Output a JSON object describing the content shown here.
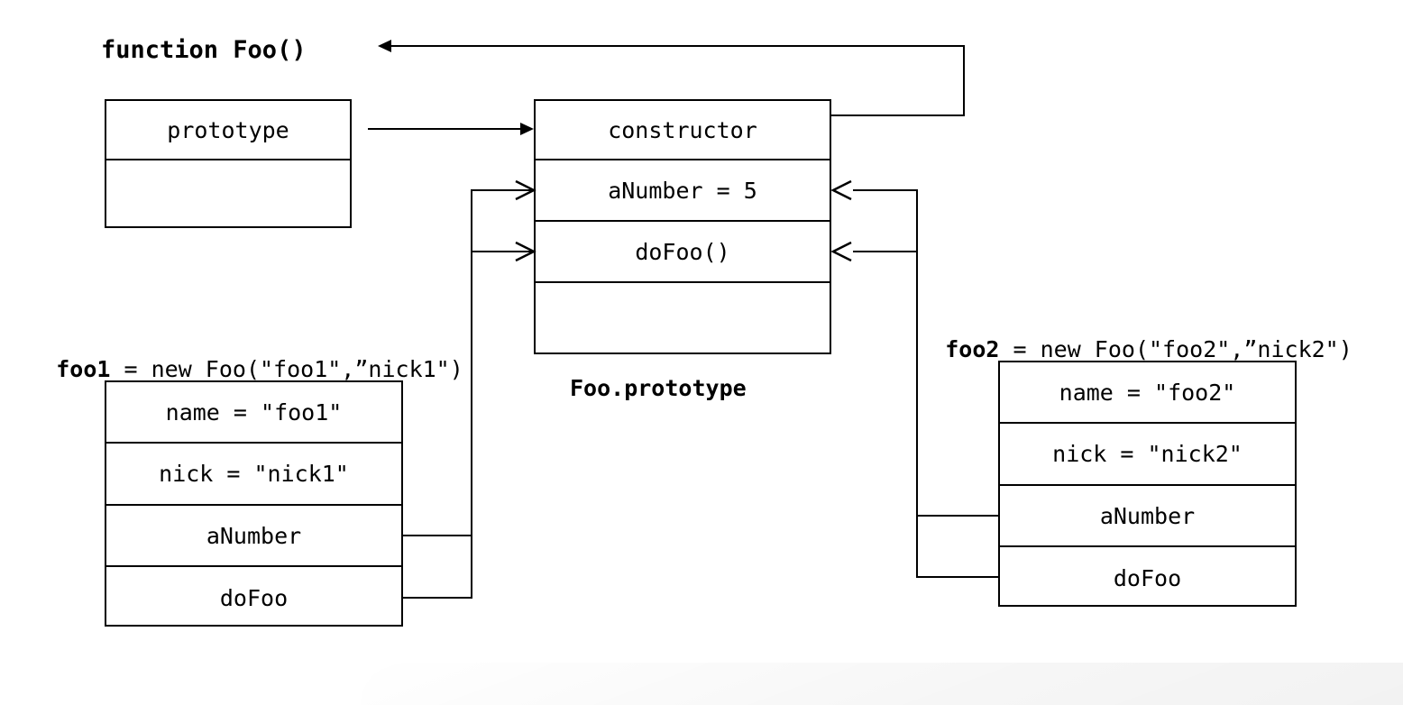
{
  "diagram": {
    "title_label": "function Foo()",
    "prototype_caption": "Foo.prototype",
    "colors": {
      "stroke": "#000000",
      "background": "#ffffff"
    }
  },
  "foo_function_box": {
    "name": "foo-function-box",
    "rows": [
      {
        "text": "prototype"
      },
      {
        "text": ""
      }
    ]
  },
  "foo_prototype_box": {
    "name": "foo-prototype-box",
    "caption": "Foo.prototype",
    "rows": [
      {
        "text": "constructor"
      },
      {
        "text": "aNumber = 5"
      },
      {
        "text": "doFoo()"
      },
      {
        "text": ""
      }
    ]
  },
  "foo1": {
    "assignment_var": "foo1",
    "assignment_expr": " = new Foo(\"foo1\",”nick1\")",
    "rows": [
      {
        "text": "name = \"foo1\""
      },
      {
        "text": "nick = \"nick1\""
      },
      {
        "text": "aNumber"
      },
      {
        "text": "doFoo"
      }
    ]
  },
  "foo2": {
    "assignment_var": "foo2",
    "assignment_expr": " = new Foo(\"foo2\",”nick2\")",
    "rows": [
      {
        "text": "name = \"foo2\""
      },
      {
        "text": "nick = \"nick2\""
      },
      {
        "text": "aNumber"
      },
      {
        "text": "doFoo"
      }
    ]
  },
  "connectors": [
    {
      "name": "prototype-to-fooprototype",
      "from": "prototype row",
      "to": "Foo.prototype box"
    },
    {
      "name": "constructor-to-function-foo",
      "from": "constructor row",
      "to": "function Foo()"
    },
    {
      "name": "foo1-anumber-to-prototype-anumber",
      "from": "foo1 aNumber",
      "to": "Foo.prototype aNumber = 5"
    },
    {
      "name": "foo1-dofoo-to-prototype-dofoo",
      "from": "foo1 doFoo",
      "to": "Foo.prototype doFoo()"
    },
    {
      "name": "foo2-anumber-to-prototype-anumber",
      "from": "foo2 aNumber",
      "to": "Foo.prototype aNumber = 5"
    },
    {
      "name": "foo2-dofoo-to-prototype-dofoo",
      "from": "foo2 doFoo",
      "to": "Foo.prototype doFoo()"
    }
  ]
}
